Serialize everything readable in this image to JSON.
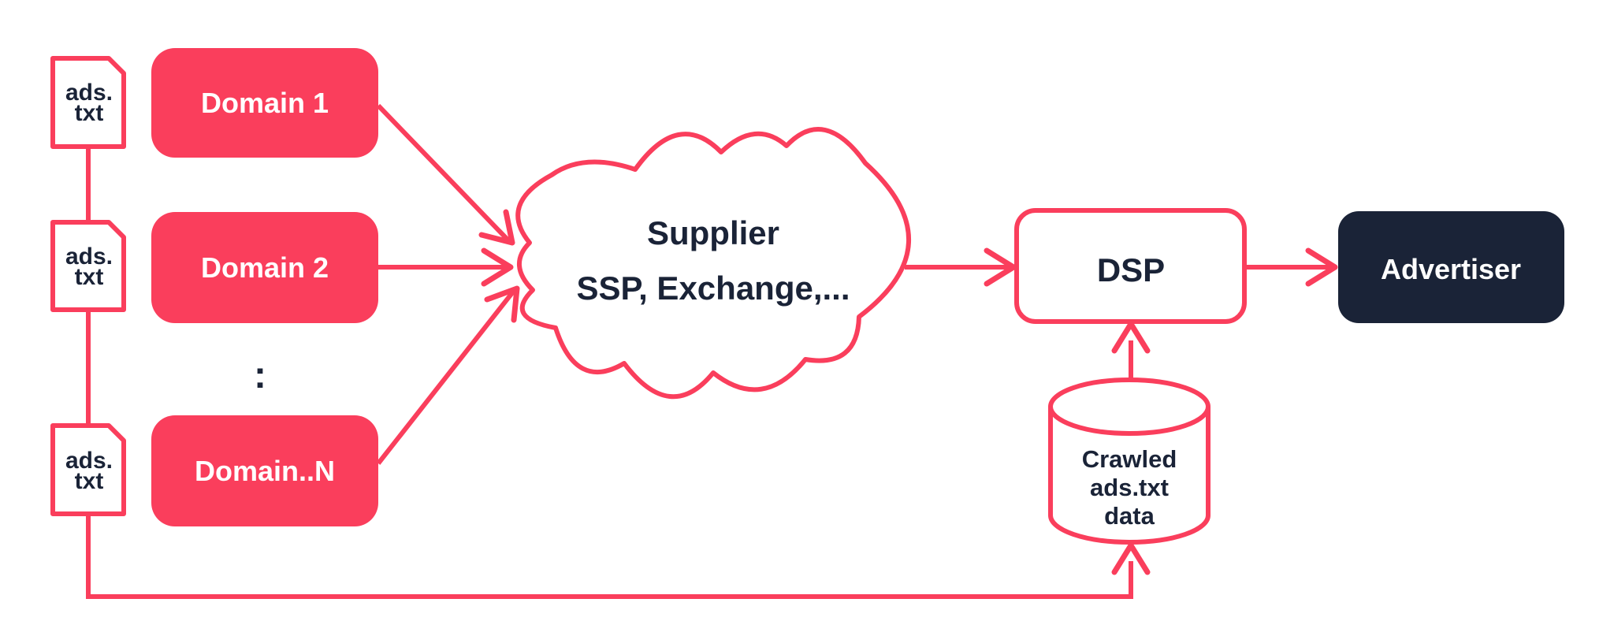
{
  "colors": {
    "pink": "#FA3E5C",
    "navy": "#1A2337",
    "white": "#FFFFFF"
  },
  "nodes": {
    "ads_txt_files": [
      {
        "line1": "ads.",
        "line2": "txt"
      },
      {
        "line1": "ads.",
        "line2": "txt"
      },
      {
        "line1": "ads.",
        "line2": "txt"
      }
    ],
    "domains": [
      {
        "label": "Domain 1"
      },
      {
        "label": "Domain 2"
      },
      {
        "label": "Domain..N"
      }
    ],
    "domains_ellipsis": ":",
    "supplier_cloud": {
      "line1": "Supplier",
      "line2": "SSP, Exchange,..."
    },
    "dsp": {
      "label": "DSP"
    },
    "advertiser": {
      "label": "Advertiser"
    },
    "crawled_database": {
      "line1": "Crawled",
      "line2": "ads.txt",
      "line3": "data"
    }
  }
}
